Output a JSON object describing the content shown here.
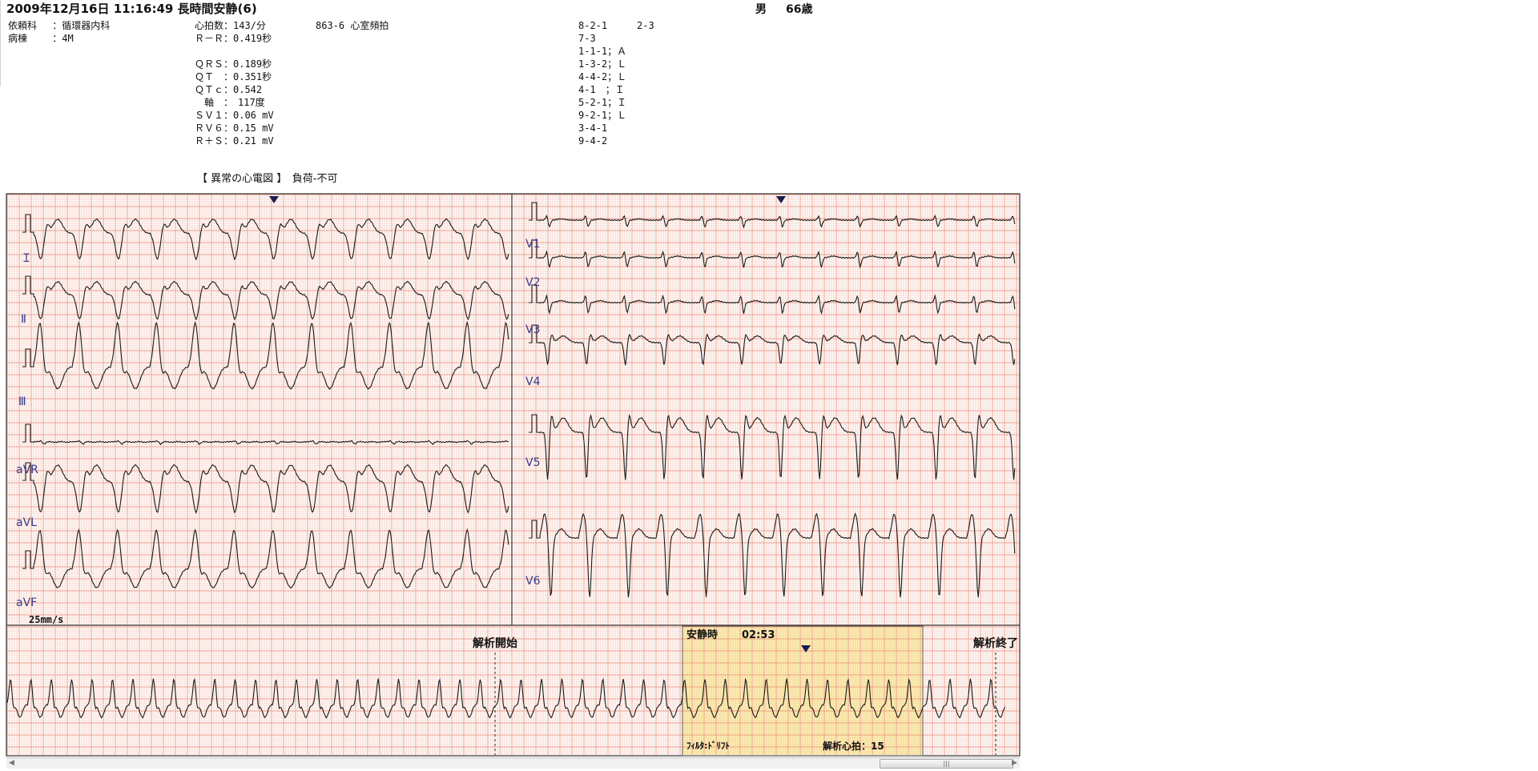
{
  "header": {
    "title": "2009年12月16日 11:16:49 長時間安静(6)",
    "sex": "男",
    "age": "66歳",
    "dept": "依頼科　 ：循環器内科",
    "ward": "病棟　　 ：4M",
    "hr": "心拍数：143/分",
    "rr": "Ｒ－Ｒ：0.419秒",
    "qrs": "ＱＲＳ：0.189秒",
    "qt": "ＱＴ　：0.351秒",
    "qtc": "ＱＴｃ：0.542",
    "axis": "　軸　：　117度",
    "sv1": "ＳＶ１：0.06 mV",
    "rv6": "ＲＶ６：0.15 mV",
    "rs": "Ｒ＋Ｓ：0.21 mV",
    "finding": "863-6 心室頻拍",
    "codes": [
      "8-2-1",
      "7-3",
      "1-1-1；Ａ",
      "1-3-2；Ｌ",
      "4-4-2；Ｌ",
      "4-1　；Ｉ",
      "5-2-1；Ｉ",
      "9-2-1；Ｌ",
      "3-4-1",
      "9-4-2"
    ],
    "code_extra": "2-3"
  },
  "report": {
    "caption": "【 異常の心電図 】　負荷-不可"
  },
  "ecg": {
    "leads_left": [
      "Ｉ",
      "Ⅱ",
      "Ⅲ",
      "aVR",
      "aVL",
      "aVF"
    ],
    "leads_right": [
      "V1",
      "V2",
      "V3",
      "V4",
      "V5",
      "V6"
    ],
    "speed": "25mm/s",
    "grid_minor_color": "#f4c9bd",
    "grid_major_color": "#e99a84",
    "trace_color": "#1a1a1a"
  },
  "rhythm": {
    "start_label": "解析開始",
    "end_label": "解析終了",
    "rest_label": "安静時",
    "rest_time": "02:53",
    "filter_label": "ﾌｨﾙﾀ:ﾄﾞﾘﾌﾄ",
    "beats_label": "解析心拍：15",
    "highlight_color": "#fbf3a6"
  }
}
